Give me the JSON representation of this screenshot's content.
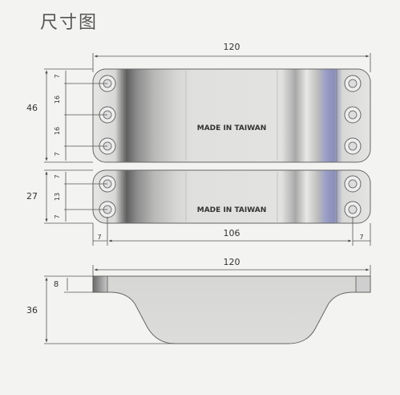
{
  "title": "尺寸图",
  "plate_large": {
    "length_label": "120",
    "height_label": "46",
    "hole_spacing_labels": [
      "7",
      "16",
      "16",
      "7"
    ],
    "marking": "MADE IN TAIWAN"
  },
  "plate_small": {
    "height_label": "27",
    "hole_spacing_labels": [
      "7",
      "13",
      "7"
    ],
    "hole_pitch_label": "106",
    "edge_offset_left_label": "7",
    "edge_offset_right_label": "7",
    "marking": "MADE IN TAIWAN"
  },
  "side_view": {
    "length_label": "120",
    "thickness_label": "8",
    "height_label": "36"
  },
  "colors": {
    "metal_light": "#e4e4e2",
    "metal_dark": "#6a6a6a",
    "accent_band": "#9a9ec6"
  }
}
